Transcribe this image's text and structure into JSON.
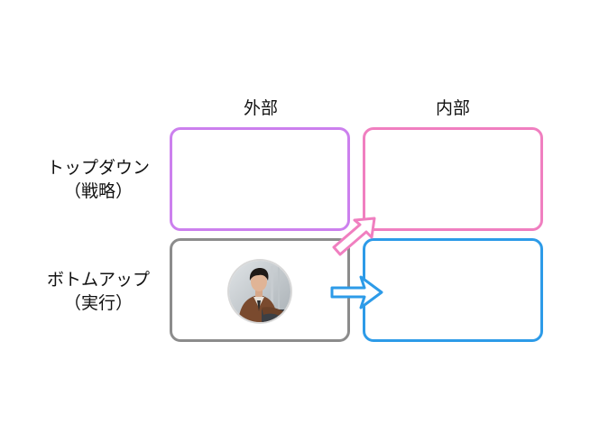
{
  "columns": {
    "external": "外部",
    "internal": "内部"
  },
  "rows": {
    "top_down": {
      "line1": "トップダウン",
      "line2": "（戦略）"
    },
    "bottom_up": {
      "line1": "ボトムアップ",
      "line2": "（実行）"
    }
  },
  "colors": {
    "top_external_border": "#cc80ee",
    "top_internal_border": "#f07fc0",
    "bottom_external_border": "#8c8c8c",
    "bottom_internal_border": "#2d9be8",
    "diagonal_arrow": "#f07fc0",
    "horizontal_arrow": "#2d9be8"
  },
  "avatar": {
    "icon": "person-photo-avatar",
    "position": "bottom-external-cell"
  }
}
